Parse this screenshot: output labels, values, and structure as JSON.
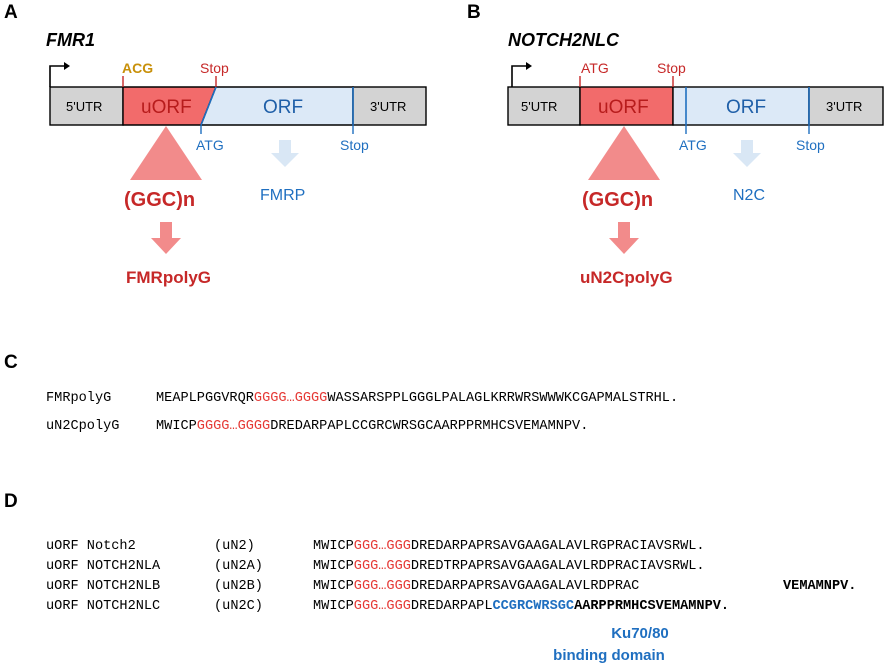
{
  "panels": {
    "a": "A",
    "b": "B",
    "c": "C",
    "d": "D"
  },
  "panel_a": {
    "gene": "FMR1",
    "utr5": "5'UTR",
    "uorf": "uORF",
    "orf": "ORF",
    "utr3": "3'UTR",
    "uorf_start": "ACG",
    "uorf_stop": "Stop",
    "orf_start": "ATG",
    "orf_stop": "Stop",
    "repeat": "(GGC)n",
    "orf_product": "FMRP",
    "uorf_product": "FMRpolyG"
  },
  "panel_b": {
    "gene": "NOTCH2NLC",
    "utr5": "5'UTR",
    "uorf": "uORF",
    "orf": "ORF",
    "utr3": "3'UTR",
    "uorf_start": "ATG",
    "uorf_stop": "Stop",
    "orf_start": "ATG",
    "orf_stop": "Stop",
    "repeat": "(GGC)n",
    "orf_product": "N2C",
    "uorf_product": "uN2CpolyG"
  },
  "panel_c": {
    "rows": [
      {
        "label": "FMRpolyG",
        "pre": "MEAPLPGGVRQR",
        "repeat": "GGGG…GGGG",
        "post": "WASSARSPPLGGGLPALAGLKRRWRSWWWKCGAPMALSTRHL."
      },
      {
        "label": "uN2CpolyG",
        "pre": "MWICP",
        "repeat": "GGGG…GGGG",
        "post": "DREDARPAPLCCGRCWRSGCAARPPRMHCSVEMAMNPV."
      }
    ]
  },
  "panel_d": {
    "rows": [
      {
        "label": "uORF Notch2",
        "abbr": "(uN2)",
        "pre": "MWICP",
        "repeat": "GGG…GGG",
        "post": "DREDARPAPRSAVGAAGALAVLRGPRACIAVSRWL."
      },
      {
        "label": "uORF NOTCH2NLA",
        "abbr": "(uN2A)",
        "pre": "MWICP",
        "repeat": "GGG…GGG",
        "post": "DREDTRPAPRSAVGAAGALAVLRDPRACIAVSRWL."
      },
      {
        "label": "uORF NOTCH2NLB",
        "abbr": "(uN2B)",
        "pre": "MWICP",
        "repeat": "GGG…GGG",
        "post": "DREDARPAPRSAVGAAGALAVLRDPRAC",
        "tail": "VEMAMNPV."
      },
      {
        "label": "uORF NOTCH2NLC",
        "abbr": "(uN2C)",
        "pre": "MWICP",
        "repeat": "GGG…GGG",
        "post": "DREDARPAPL",
        "ku": "CCGRCWRSGC",
        "tail": "AARPPRMHCSVEMAMNPV."
      }
    ],
    "ku_label_1": "Ku70/80",
    "ku_label_2": "binding domain"
  },
  "colors": {
    "uorf_fill": "#f26b6b",
    "orf_fill": "#dce9f7",
    "utr_fill": "#d3d3d3",
    "repeat_red": "#e53935",
    "ku_blue": "#1f6fc0"
  }
}
